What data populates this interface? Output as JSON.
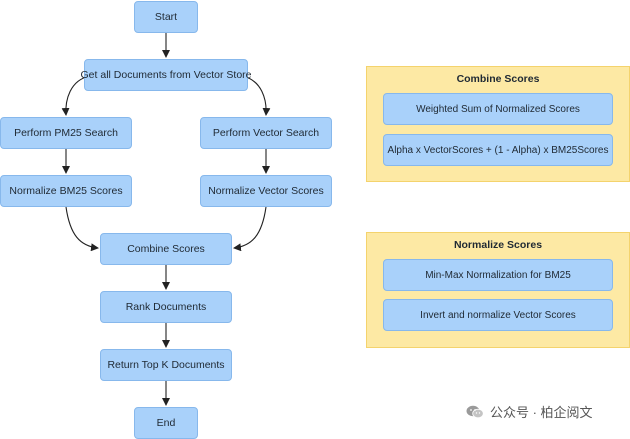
{
  "flow": {
    "start": "Start",
    "get_docs": "Get all Documents from Vector Store",
    "pm25_search": "Perform PM25 Search",
    "vector_search": "Perform Vector Search",
    "normalize_bm25": "Normalize BM25 Scores",
    "normalize_vector": "Normalize Vector Scores",
    "combine": "Combine Scores",
    "rank": "Rank Documents",
    "return_top": "Return Top K Documents",
    "end": "End"
  },
  "combine_panel": {
    "title": "Combine Scores",
    "items": [
      "Weighted Sum of Normalized Scores",
      "Alpha x VectorScores + (1 - Alpha) x BM25Scores"
    ]
  },
  "normalize_panel": {
    "title": "Normalize Scores",
    "items": [
      "Min-Max Normalization for BM25",
      "Invert and normalize Vector Scores"
    ]
  },
  "watermark": {
    "text": "公众号 · 柏企阅文",
    "icon": "wechat-icon"
  },
  "colors": {
    "node_fill": "#a9d1fa",
    "node_border": "#87b8ec",
    "panel_fill": "#fde9a4",
    "panel_border": "#f4d36d",
    "edge": "#222222"
  }
}
